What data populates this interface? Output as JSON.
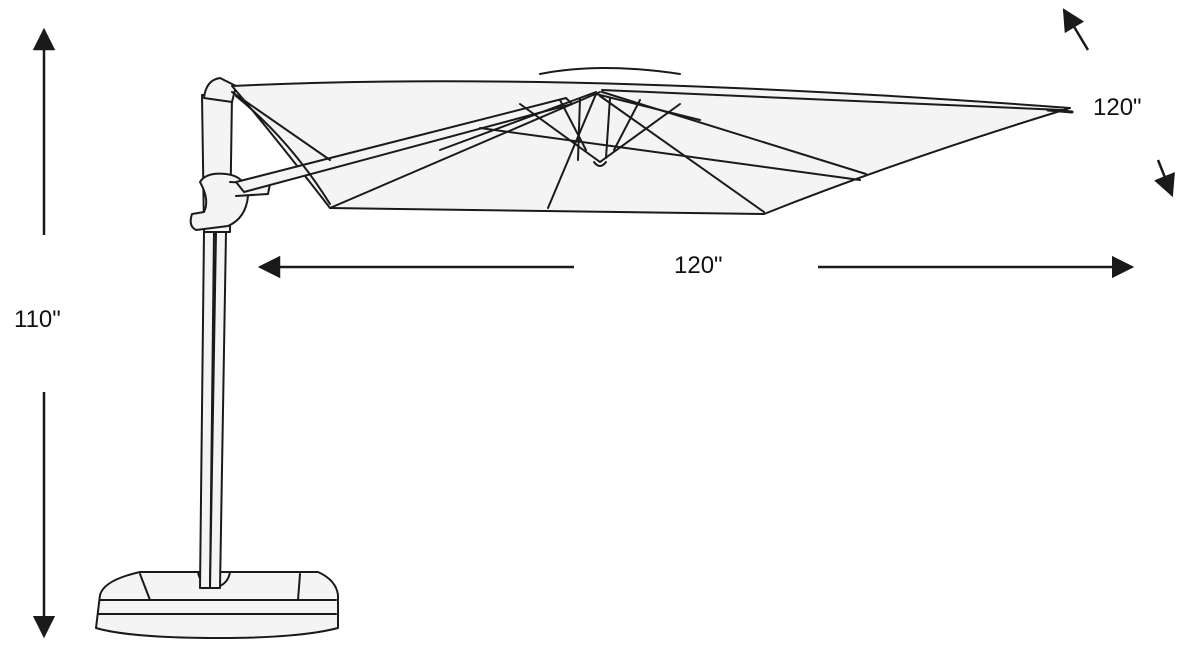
{
  "dimensions": {
    "height": "110\"",
    "width": "120\"",
    "depth": "120\""
  },
  "colors": {
    "line": "#1a1a1a",
    "canopy_fill": "#f4f4f4",
    "background": "#ffffff"
  },
  "icons": {
    "product": "cantilever-umbrella-icon",
    "arrows": "double-arrow-icon"
  }
}
